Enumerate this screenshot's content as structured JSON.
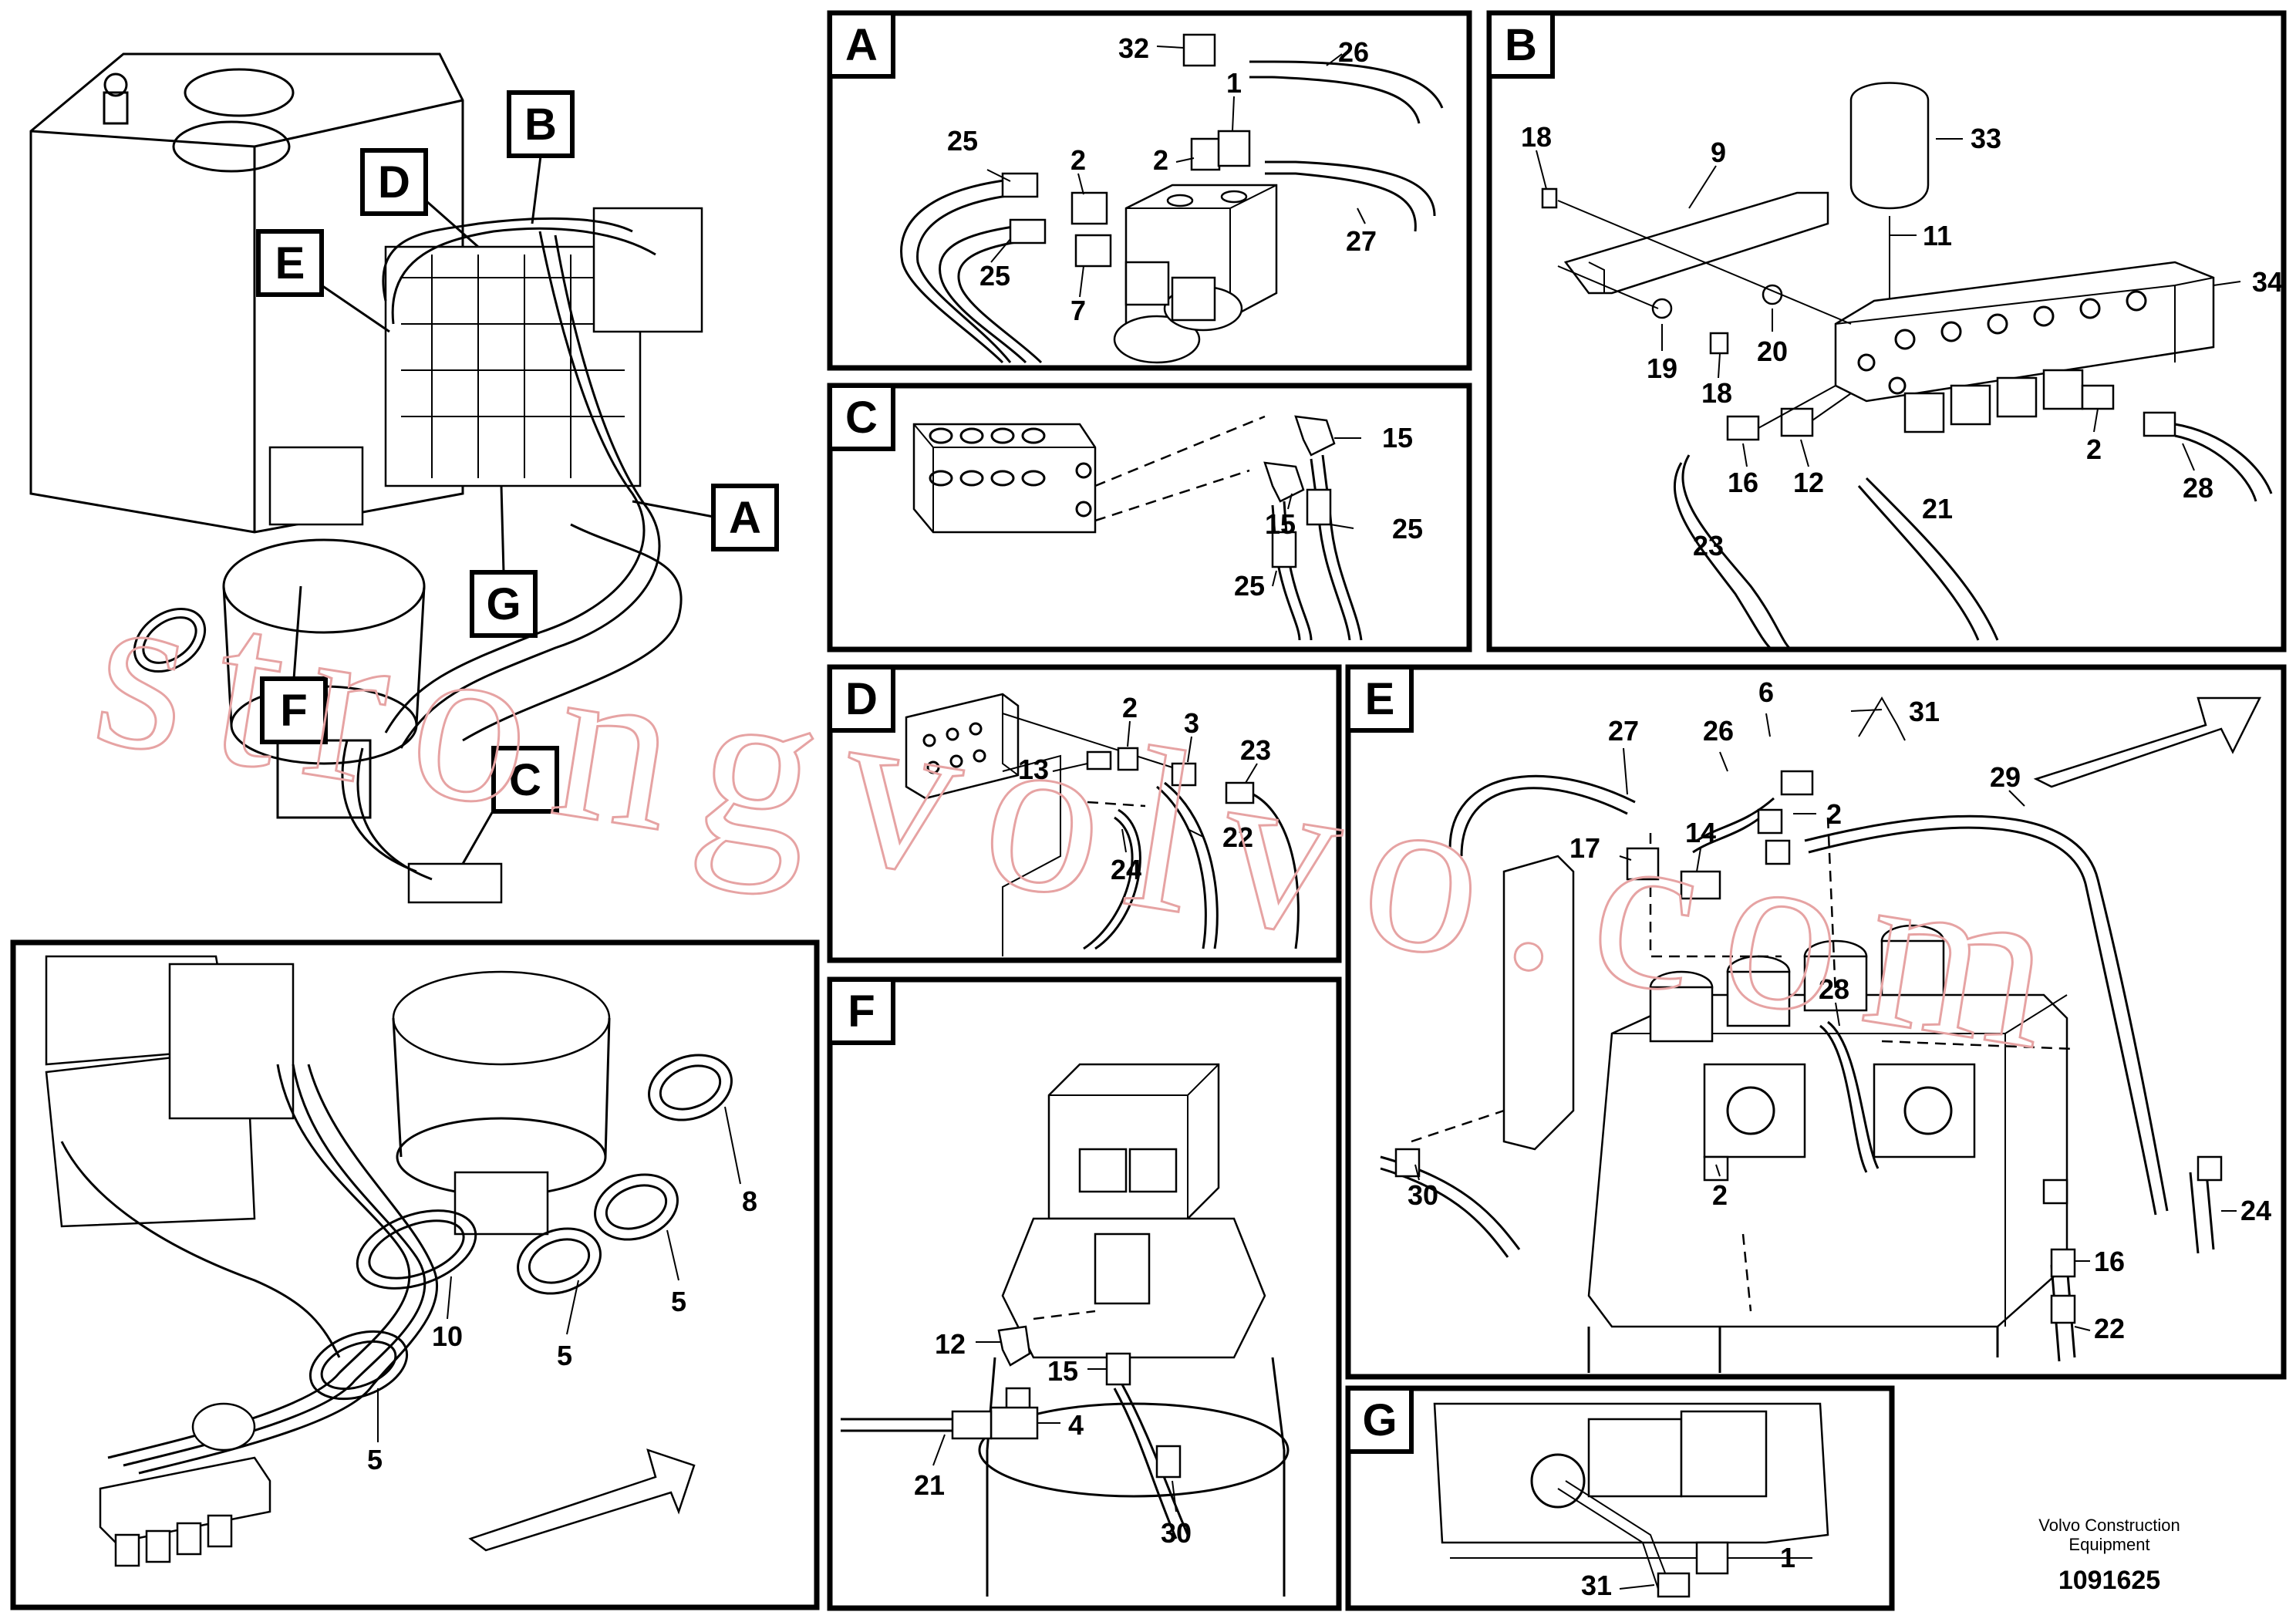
{
  "panels": {
    "A": {
      "letter": "A",
      "callouts": [
        "32",
        "26",
        "1",
        "25",
        "2",
        "2",
        "27",
        "25",
        "7"
      ]
    },
    "B": {
      "letter": "B",
      "callouts": [
        "18",
        "9",
        "33",
        "11",
        "34",
        "19",
        "20",
        "18",
        "16",
        "12",
        "2",
        "28",
        "23",
        "21"
      ]
    },
    "C": {
      "letter": "C",
      "callouts": [
        "15",
        "15",
        "25",
        "25"
      ]
    },
    "D": {
      "letter": "D",
      "callouts": [
        "2",
        "3",
        "13",
        "23",
        "22",
        "24"
      ]
    },
    "E": {
      "letter": "E",
      "callouts": [
        "6",
        "31",
        "27",
        "26",
        "2",
        "29",
        "17",
        "14",
        "28",
        "30",
        "2",
        "24",
        "16",
        "22"
      ]
    },
    "F": {
      "letter": "F",
      "callouts": [
        "12",
        "15",
        "4",
        "21",
        "30"
      ]
    },
    "G": {
      "letter": "G",
      "callouts": [
        "1",
        "31"
      ]
    },
    "overview": {
      "callouts": [
        "8",
        "10",
        "5",
        "5",
        "5"
      ]
    }
  },
  "overview_labels": [
    "B",
    "D",
    "E",
    "A",
    "G",
    "F",
    "C"
  ],
  "watermark": "strongvolvo.com",
  "footer": {
    "brand_line1": "Volvo Construction",
    "brand_line2": "Equipment",
    "code": "1091625"
  }
}
